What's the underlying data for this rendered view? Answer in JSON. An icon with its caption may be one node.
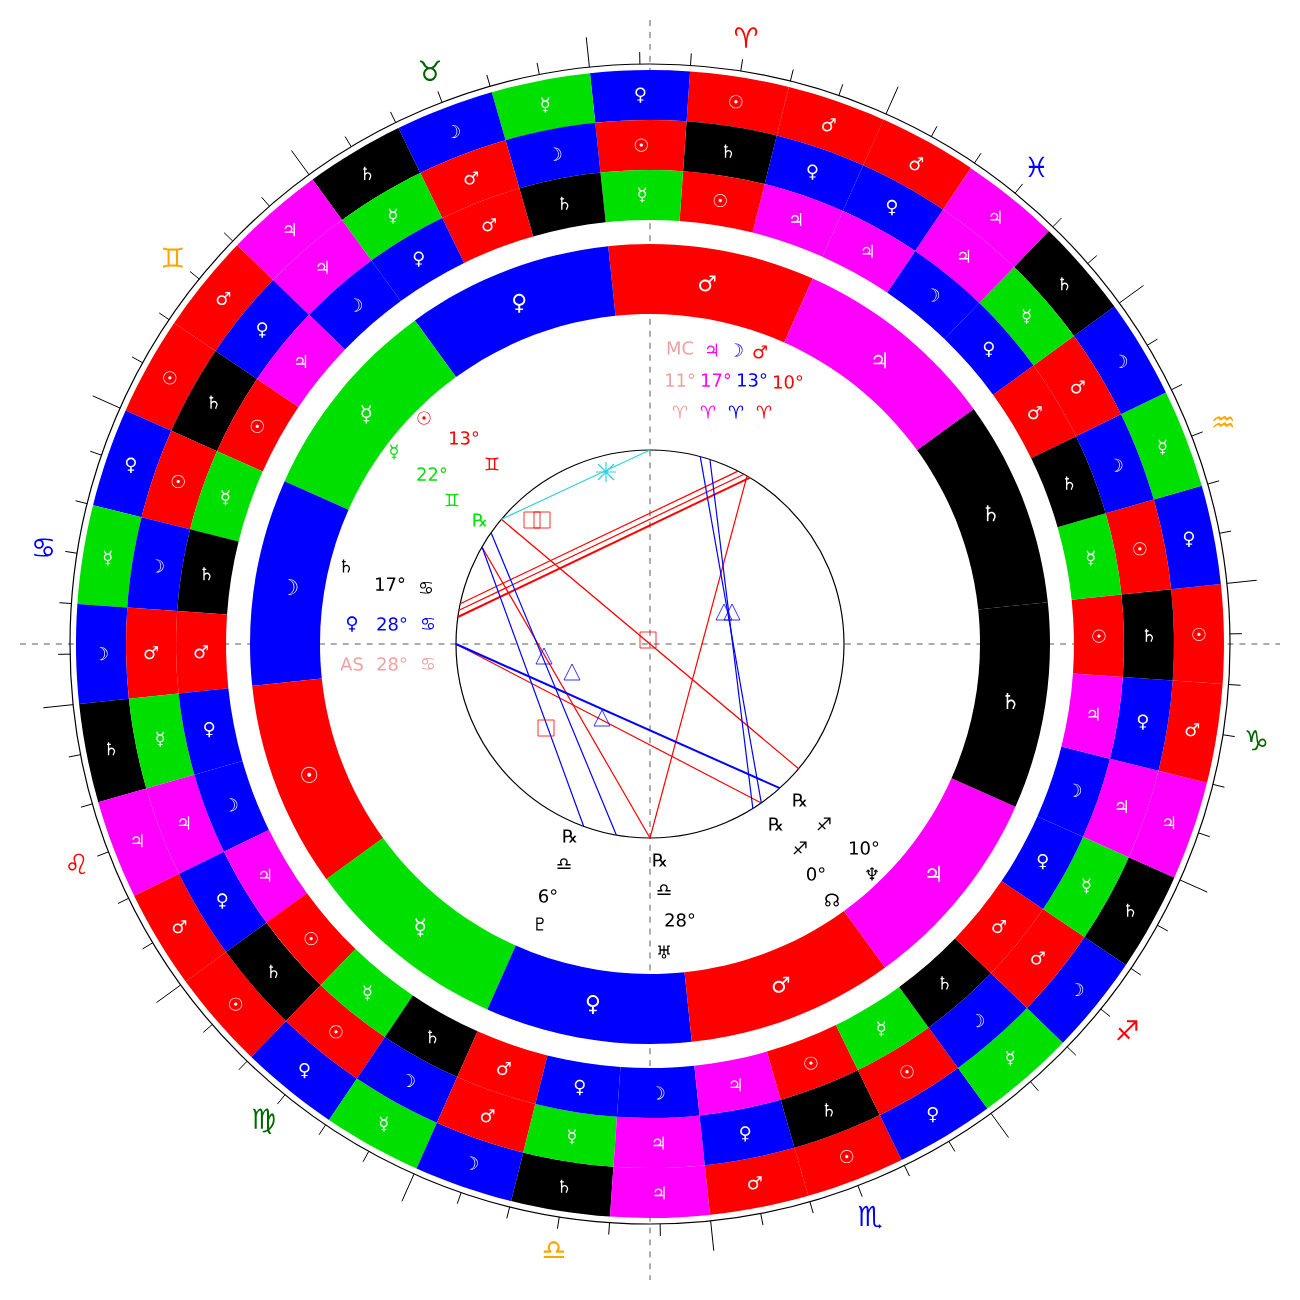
{
  "diagram": {
    "nodes": [
      {
        "text": [
          "♂"
        ]
      },
      {
        "text": [
          "☉"
        ]
      },
      {
        "text": [
          "♀"
        ]
      },
      {
        "text": [
          "☿"
        ]
      },
      {
        "text": [
          "☽"
        ]
      },
      {
        "text": [
          "♄"
        ]
      },
      {
        "text": [
          "♃"
        ]
      },
      {
        "text": [
          "♂"
        ]
      },
      {
        "text": [
          "☉"
        ]
      },
      {
        "text": [
          "♀"
        ]
      },
      {
        "text": [
          "☿"
        ]
      },
      {
        "text": [
          "☽"
        ]
      },
      {
        "text": [
          "♄"
        ]
      },
      {
        "text": [
          "♃"
        ]
      },
      {
        "text": [
          "♂"
        ]
      },
      {
        "text": [
          "☉"
        ]
      },
      {
        "text": [
          "♀"
        ]
      },
      {
        "text": [
          "☿"
        ]
      },
      {
        "text": [
          "☽"
        ]
      },
      {
        "text": [
          "♄"
        ]
      },
      {
        "text": [
          "♃"
        ]
      },
      {
        "text": [
          "♂"
        ]
      },
      {
        "text": [
          "☉"
        ]
      },
      {
        "text": [
          "♀"
        ]
      },
      {
        "text": [
          "☿"
        ]
      },
      {
        "text": [
          "☽"
        ]
      },
      {
        "text": [
          "♄"
        ]
      },
      {
        "text": [
          "♃"
        ]
      },
      {
        "text": [
          "♂"
        ]
      },
      {
        "text": [
          "☉"
        ]
      },
      {
        "text": [
          "♀"
        ]
      },
      {
        "text": [
          "☿"
        ]
      },
      {
        "text": [
          "☽"
        ]
      },
      {
        "text": [
          "♄"
        ]
      },
      {
        "text": [
          "♃"
        ]
      },
      {
        "text": [
          "♂"
        ]
      },
      {
        "text": [
          "♀"
        ]
      },
      {
        "text": [
          "♄"
        ]
      },
      {
        "text": [
          "☉"
        ]
      },
      {
        "text": [
          "☽"
        ]
      },
      {
        "text": [
          "♂"
        ]
      },
      {
        "text": [
          "☿"
        ]
      },
      {
        "text": [
          "♃"
        ]
      },
      {
        "text": [
          "♀"
        ]
      },
      {
        "text": [
          "♄"
        ]
      },
      {
        "text": [
          "☉"
        ]
      },
      {
        "text": [
          "☽"
        ]
      },
      {
        "text": [
          "♂"
        ]
      },
      {
        "text": [
          "☿"
        ]
      },
      {
        "text": [
          "♃"
        ]
      },
      {
        "text": [
          "♀"
        ]
      },
      {
        "text": [
          "♄"
        ]
      },
      {
        "text": [
          "☉"
        ]
      },
      {
        "text": [
          "☽"
        ]
      },
      {
        "text": [
          "♂"
        ]
      },
      {
        "text": [
          "☿"
        ]
      },
      {
        "text": [
          "♃"
        ]
      },
      {
        "text": [
          "♀"
        ]
      },
      {
        "text": [
          "♄"
        ]
      },
      {
        "text": [
          "☉"
        ]
      },
      {
        "text": [
          "☽"
        ]
      },
      {
        "text": [
          "♂"
        ]
      },
      {
        "text": [
          "☿"
        ]
      },
      {
        "text": [
          "♃"
        ]
      },
      {
        "text": [
          "♀"
        ]
      },
      {
        "text": [
          "♄"
        ]
      },
      {
        "text": [
          "☉"
        ]
      },
      {
        "text": [
          "☽"
        ]
      },
      {
        "text": [
          "♂"
        ]
      },
      {
        "text": [
          "☿"
        ]
      },
      {
        "text": [
          "♃"
        ]
      },
      {
        "text": [
          "♀"
        ]
      },
      {
        "text": [
          "♃"
        ]
      },
      {
        "text": [
          "☉"
        ]
      },
      {
        "text": [
          "☿"
        ]
      },
      {
        "text": [
          "♄"
        ]
      },
      {
        "text": [
          "♂"
        ]
      },
      {
        "text": [
          "♀"
        ]
      },
      {
        "text": [
          "☽"
        ]
      },
      {
        "text": [
          "♃"
        ]
      },
      {
        "text": [
          "☉"
        ]
      },
      {
        "text": [
          "☿"
        ]
      },
      {
        "text": [
          "♄"
        ]
      },
      {
        "text": [
          "♂"
        ]
      },
      {
        "text": [
          "♀"
        ]
      },
      {
        "text": [
          "☽"
        ]
      },
      {
        "text": [
          "♃"
        ]
      },
      {
        "text": [
          "☉"
        ]
      },
      {
        "text": [
          "☿"
        ]
      },
      {
        "text": [
          "♄"
        ]
      },
      {
        "text": [
          "♂"
        ]
      },
      {
        "text": [
          "♀"
        ]
      },
      {
        "text": [
          "☽"
        ]
      },
      {
        "text": [
          "♃"
        ]
      },
      {
        "text": [
          "☉"
        ]
      },
      {
        "text": [
          "☿"
        ]
      },
      {
        "text": [
          "♄"
        ]
      },
      {
        "text": [
          "♂"
        ]
      },
      {
        "text": [
          "♀"
        ]
      },
      {
        "text": [
          "☽"
        ]
      },
      {
        "text": [
          "♃"
        ]
      },
      {
        "text": [
          "☉"
        ]
      },
      {
        "text": [
          "☿"
        ]
      },
      {
        "text": [
          "♄"
        ]
      },
      {
        "text": [
          "♂"
        ]
      },
      {
        "text": [
          "♀"
        ]
      },
      {
        "text": [
          "☽"
        ]
      },
      {
        "text": [
          "♃"
        ]
      },
      {
        "text": [
          "♂"
        ]
      },
      {
        "text": [
          "♀"
        ]
      },
      {
        "text": [
          "☿"
        ]
      },
      {
        "text": [
          "☽"
        ]
      },
      {
        "text": [
          "☉"
        ]
      },
      {
        "text": [
          "☿"
        ]
      },
      {
        "text": [
          "♀"
        ]
      },
      {
        "text": [
          "♂"
        ]
      },
      {
        "text": [
          "♃"
        ]
      },
      {
        "text": [
          "♄"
        ]
      },
      {
        "text": [
          "♄"
        ]
      },
      {
        "text": [
          "♃"
        ]
      }
    ],
    "labels": [
      "♈",
      "♉",
      "♊",
      "♋",
      "♌",
      "♍",
      "♎",
      "♏",
      "♐",
      "♑",
      "♒",
      "♓",
      "☉",
      "13°",
      "♊",
      "☿",
      "22°",
      "♊",
      "℞",
      "♄",
      "17°",
      "♋",
      "♀",
      "28°",
      "♋",
      "AS",
      "28°",
      "♋",
      "MC",
      "♃",
      "☽",
      "♂",
      "11°",
      "17°",
      "13°",
      "10°",
      "♈",
      "♈",
      "♈",
      "♈",
      "℞",
      "♎",
      "6°",
      "♇",
      "℞",
      "♎",
      "28°",
      "♅",
      "℞",
      "℞",
      "♐",
      "♐",
      "10°",
      "0°",
      "♆",
      "☊"
    ]
  }
}
